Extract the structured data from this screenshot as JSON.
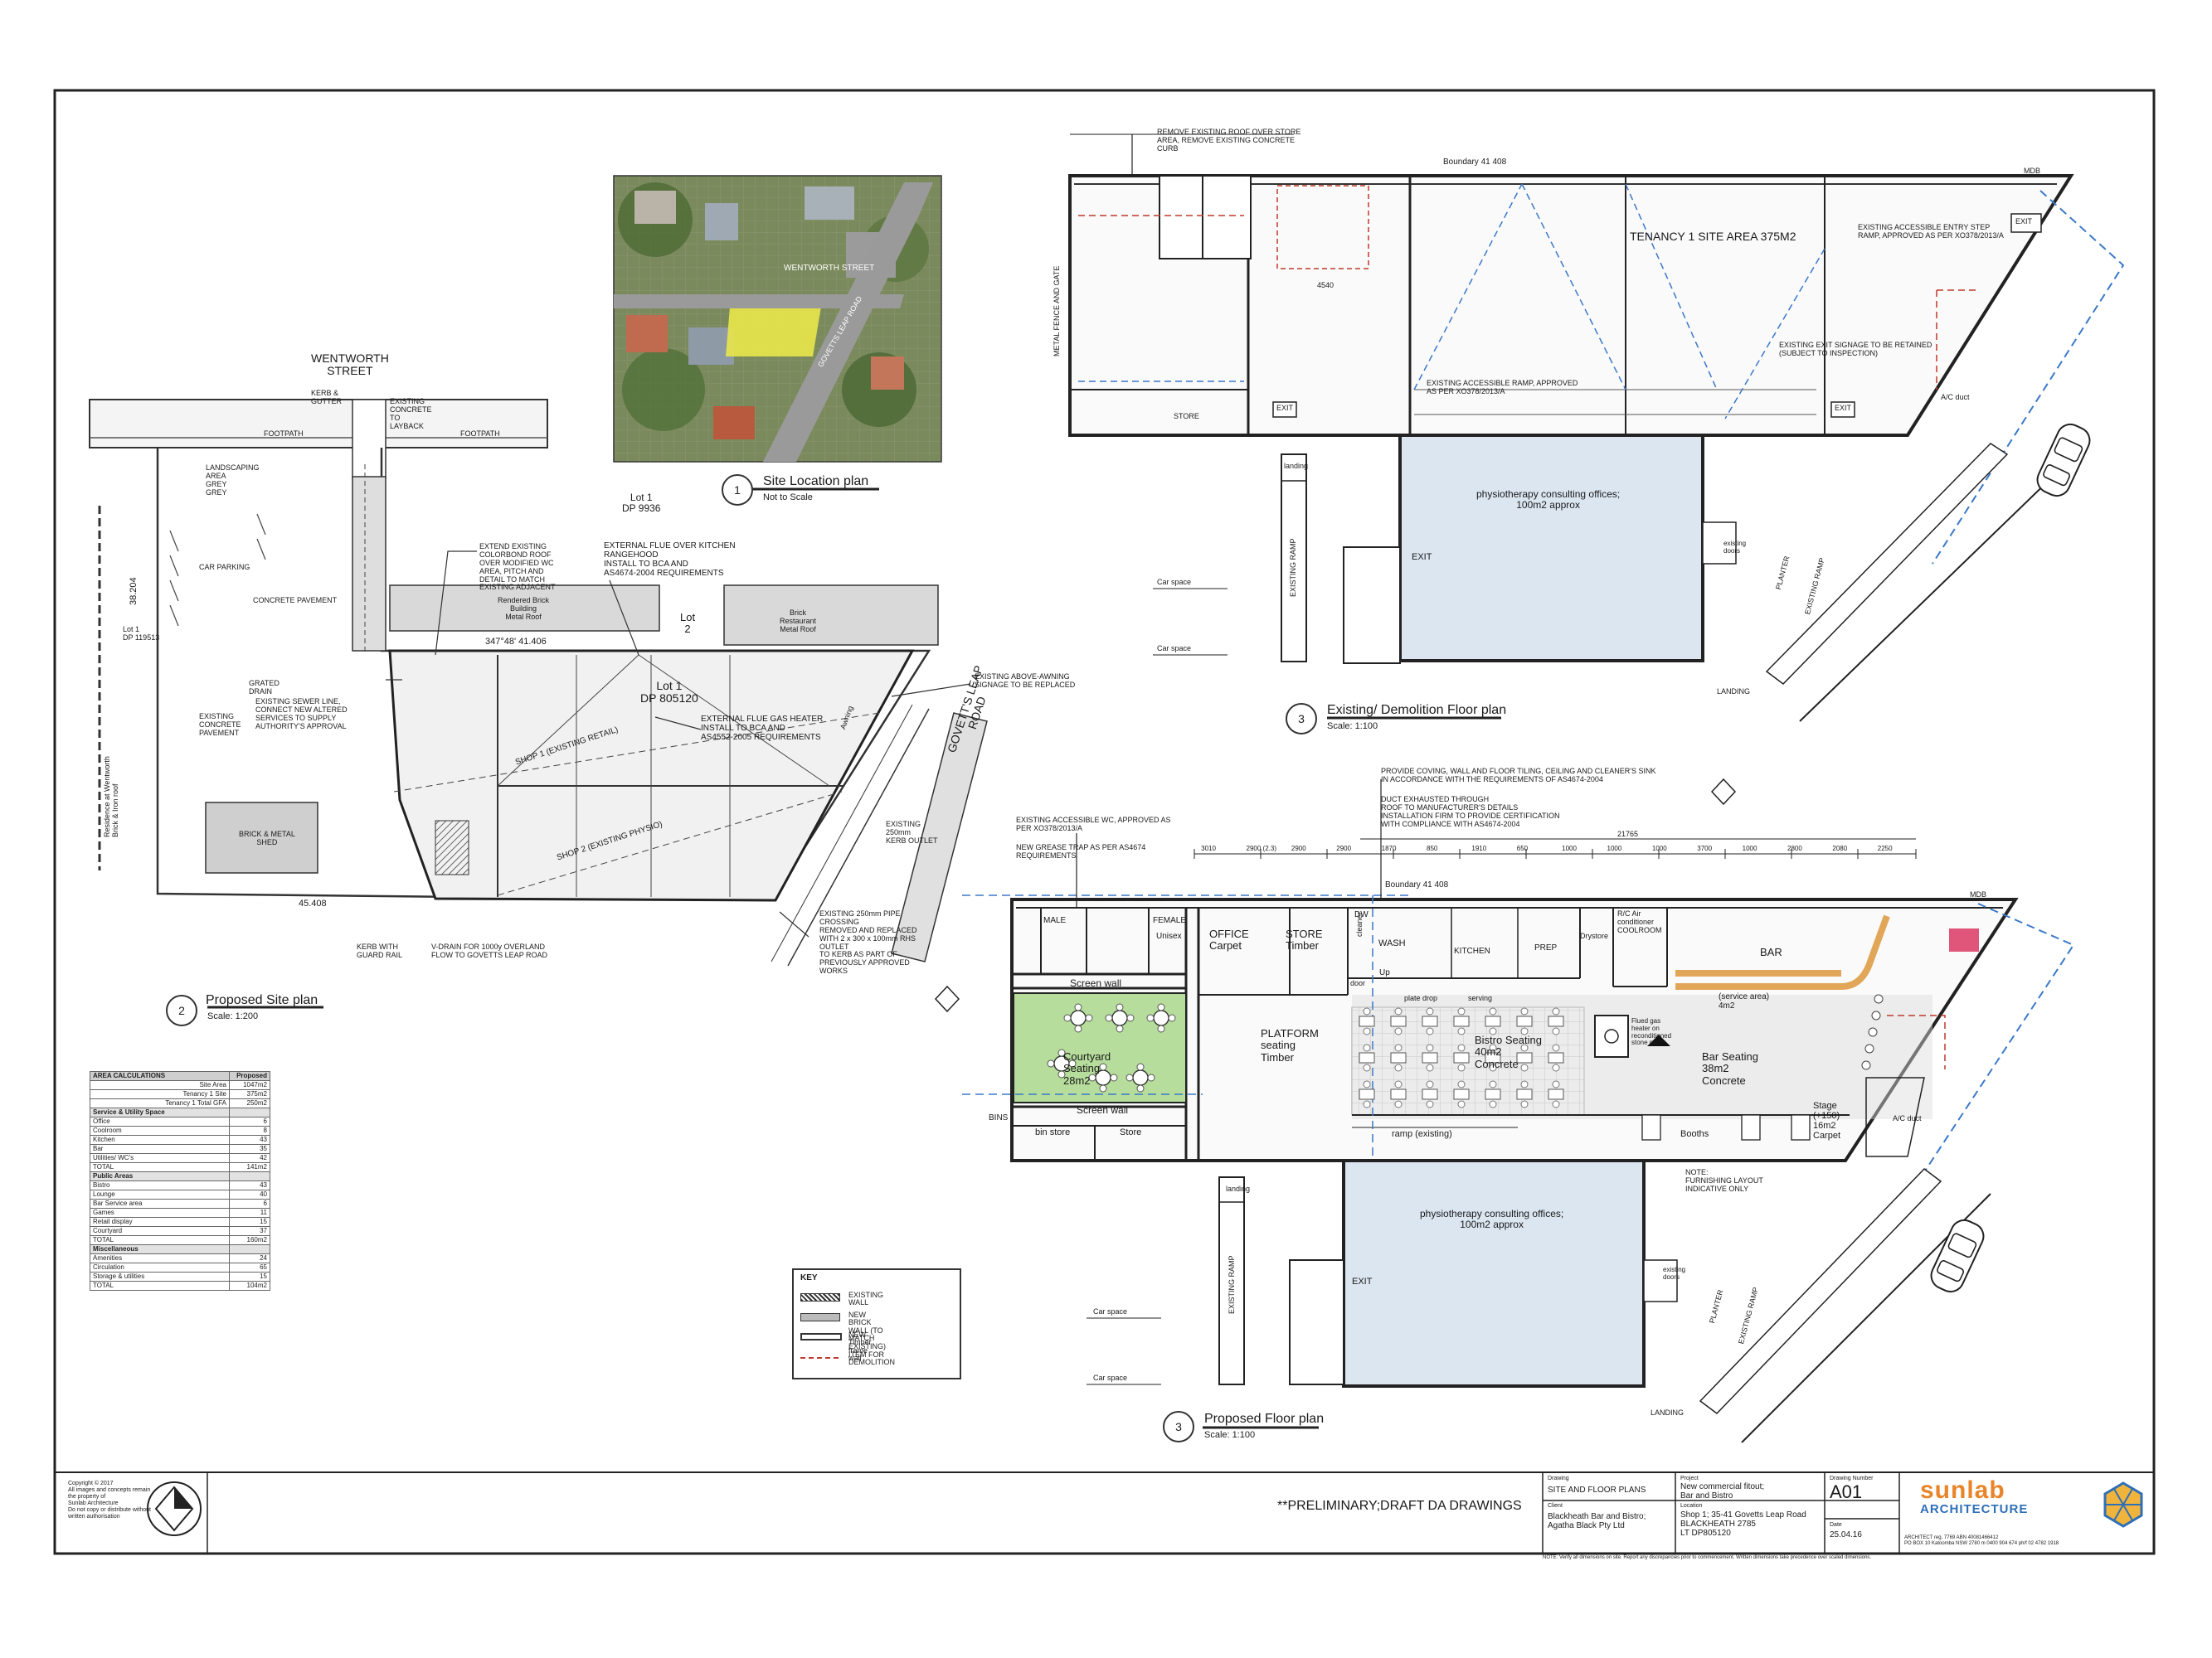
{
  "sheet": {
    "preliminary_note": "**PRELIMINARY;DRAFT DA DRAWINGS"
  },
  "site_plan": {
    "street_top": "WENTWORTH\nSTREET",
    "road_right": "GOVETT'S LEAP\nROAD",
    "title": "Proposed Site plan",
    "scale": "Scale: 1:200",
    "number": "2",
    "labels": {
      "kerb_gutter": "KERB &\nGUTTER",
      "existing_crossing": "EXISTING\nCONCRETE\nTO\nLAYBACK",
      "footpath_left": "FOOTPATH",
      "footpath_right": "FOOTPATH",
      "landscaping": "LANDSCAPING\nAREA\nGREY\nGREY",
      "car_parking": "CAR PARKING",
      "concrete_pavement": "CONCRETE PAVEMENT",
      "lot1_dp": "Lot 1\nDP 9936",
      "lot2": "Lot\n2",
      "lot1_dp805120": "Lot 1\nDP 805120",
      "boundary_top": "347°48' 41.406",
      "boundary_bottom": "45.408",
      "left_dim": "38.204",
      "extend_roof": "EXTEND EXISTING\nCOLORBOND ROOF\nOVER MODIFIED WC\nAREA, PITCH AND\nDETAIL TO MATCH\nEXISTING ADJACENT",
      "external_flue": "EXTERNAL FLUE OVER KITCHEN\nRANGEHOOD\nINSTALL TO BCA AND\nAS4674-2004 REQUIREMENTS",
      "gas_heater": "EXTERNAL FLUE GAS HEATER\nINSTALL TO BCA AND\nAS4552-2005 REQUIREMENTS",
      "signage": "EXISTING ABOVE-AWNING\nSIGNAGE TO BE REPLACED",
      "shop1": "SHOP 1 (EXISTING RETAIL)",
      "shop2": "SHOP 2 (EXISTING PHYSIO)",
      "brick_shed": "BRICK & METAL\nSHED",
      "existing_sewer": "EXISTING SEWER LINE,\nCONNECT NEW ALTERED\nSERVICES TO SUPPLY\nAUTHORITY'S APPROVAL",
      "existing_pavement": "EXISTING\nCONCRETE\nPAVEMENT",
      "brick_restaurant": "Brick\nRestaurant\nMetal Roof",
      "rendered_brick": "Rendered Brick\nBuilding\nMetal Roof",
      "lot1_side": "Lot 1\nDP 119513",
      "kerb_outlet": "EXISTING\n250mm\nKERB OUTLET",
      "existing_pipe": "EXISTING 250mm PIPE\nCROSSING\nREMOVED AND REPLACED\nWITH 2 x 300 x 100mm RHS\nOUTLET\nTO KERB AS PART OF\nPREVIOUSLY APPROVED\nWORKS",
      "kerb_guard": "KERB WITH\nGUARD RAIL",
      "v_drain": "V-DRAIN FOR 1000y OVERLAND\nFLOW TO GOVETTS LEAP ROAD",
      "grated_drain": "GRATED\nDRAIN",
      "awning": "Awning",
      "residence": "Residence at Wentworth\nBrick & Iron roof"
    }
  },
  "site_location": {
    "title": "Site Location plan",
    "scale": "Not to Scale",
    "number": "1",
    "street_label": "WENTWORTH STREET",
    "road_label": "GOVETTS LEAP ROAD"
  },
  "existing_plan": {
    "title": "Existing/ Demolition Floor plan",
    "scale": "Scale: 1:100",
    "number": "3",
    "labels": {
      "remove_roof": "REMOVE EXISTING ROOF OVER STORE\nAREA, REMOVE EXISTING CONCRETE\nCURB",
      "boundary": "Boundary 41 408",
      "mdb": "MDB",
      "tenancy": "TENANCY 1 SITE AREA 375M2",
      "entry_ramp": "EXISTING ACCESSIBLE ENTRY STEP\nRAMP, APPROVED AS PER XO378/2013/A",
      "exit_signage": "EXISTING EXIT SIGNAGE TO BE RETAINED\n(SUBJECT TO INSPECTION)",
      "accessible_ramp": "EXISTING ACCESSIBLE RAMP, APPROVED\nAS PER XO378/2013/A",
      "metal_fence": "METAL FENCE AND GATE",
      "store": "STORE",
      "exit_a": "EXIT",
      "exit_b": "EXIT",
      "exit_c": "EXIT",
      "exit_d": "EXIT",
      "ac_duct": "A/C duct",
      "physio": "physiotherapy consulting offices;\n100m2 approx",
      "landing_top": "landing",
      "existing_ramp": "EXISTING RAMP",
      "car_space_a": "Car space",
      "car_space_b": "Car space",
      "sliding_doors": "existing\ndoors",
      "planter": "PLANTER",
      "existing_ramp_right": "EXISTING RAMP",
      "landing_bottom": "LANDING",
      "dim_4540": "4540"
    }
  },
  "proposed_plan": {
    "title": "Proposed Floor plan",
    "scale": "Scale: 1:100",
    "number": "3",
    "labels": {
      "coving_note": "PROVIDE COVING, WALL AND FLOOR TILING, CEILING AND CLEANER'S SINK\nIN ACCORDANCE WITH THE REQUIREMENTS OF AS4674-2004",
      "duct_note": "DUCT EXHAUSTED THROUGH\nROOF TO MANUFACTURER'S DETAILS\nINSTALLATION FIRM TO PROVIDE CERTIFICATION\nWITH COMPLIANCE WITH AS4674-2004",
      "existing_wc": "EXISTING ACCESSIBLE WC, APPROVED AS\nPER XO378/2013/A",
      "grease_trap": "NEW GREASE TRAP AS PER AS4674\nREQUIREMENTS",
      "boundary": "Boundary 41 408",
      "mdb": "MDB",
      "male": "MALE",
      "female": "FEMALE",
      "unisex": "Unisex",
      "office": "OFFICE\nCarpet",
      "store": "STORE\nTimber",
      "dw": "DW",
      "wash": "WASH",
      "kitchen": "KITCHEN",
      "prep": "PREP",
      "drystore": "Drystore",
      "cool": "R/C Air\nconditioner\nCOOLROOM",
      "bar": "BAR",
      "screen_wall_a": "Screen wall",
      "courtyard": "Courtyard\nSeating\n28m2",
      "platform": "PLATFORM\nseating\nTimber",
      "bistro": "Bistro Seating\n40m2\nConcrete",
      "bar_seating": "Bar Seating\n38m2\nConcrete",
      "service_area": "(service area)\n4m2",
      "gas_heater": "Flued gas\nheater on\nreconditioned\nstone plinth",
      "stage": "Stage\n(+150)\n16m2\nCarpet",
      "ac_duct": "A/C duct",
      "screen_wall_b": "Screen wall",
      "bins": "BINS",
      "bin_store": "bin store",
      "store_b": "Store",
      "ramp": "ramp (existing)",
      "booths": "Booths",
      "note": "NOTE:\nFURNISHING LAYOUT\nINDICATIVE ONLY",
      "physio": "physiotherapy consulting offices;\n100m2 approx",
      "landing_a": "landing",
      "existing_ramp": "EXISTING RAMP",
      "exit": "EXIT",
      "car_space_a": "Car space",
      "car_space_b": "Car space",
      "sliding_doors": "existing\ndoors",
      "planter": "PLANTER",
      "existing_ramp_right": "EXISTING RAMP",
      "landing_b": "LANDING",
      "door": "door",
      "plate_drop": "plate drop",
      "serving": "serving",
      "cleaner": "cleaner",
      "up": "Up",
      "dim_total": "21765",
      "dims": [
        "3010",
        "2900 (2.3)",
        "2900",
        "2900",
        "1870",
        "850",
        "1910",
        "650",
        "1000",
        "1000",
        "1000",
        "3700",
        "1000",
        "2800",
        "2080",
        "2250"
      ]
    }
  },
  "area_calculations": {
    "header": [
      "AREA CALCULATIONS",
      "Proposed"
    ],
    "rows": [
      {
        "label": "Site Area",
        "value": "1047m2",
        "type": "right"
      },
      {
        "label": "Tenancy 1 Site",
        "value": "375m2",
        "type": "right"
      },
      {
        "label": "Tenancy 1 Total GFA",
        "value": "250m2",
        "type": "right"
      },
      {
        "label": "Service & Utility Space",
        "value": "",
        "type": "section"
      },
      {
        "label": "Office",
        "value": "6",
        "type": "row"
      },
      {
        "label": "Coolroom",
        "value": "8",
        "type": "row"
      },
      {
        "label": "Kitchen",
        "value": "43",
        "type": "row"
      },
      {
        "label": "Bar",
        "value": "35",
        "type": "row"
      },
      {
        "label": "Utilities/ WC's",
        "value": "42",
        "type": "row"
      },
      {
        "label": "TOTAL",
        "value": "141m2",
        "type": "row"
      },
      {
        "label": "Public Areas",
        "value": "",
        "type": "section"
      },
      {
        "label": "Bistro",
        "value": "43",
        "type": "row"
      },
      {
        "label": "Lounge",
        "value": "40",
        "type": "row"
      },
      {
        "label": "Bar Service area",
        "value": "6",
        "type": "row"
      },
      {
        "label": "Games",
        "value": "11",
        "type": "row"
      },
      {
        "label": "Retail display",
        "value": "15",
        "type": "row"
      },
      {
        "label": "Courtyard",
        "value": "37",
        "type": "row"
      },
      {
        "label": "TOTAL",
        "value": "160m2",
        "type": "row"
      },
      {
        "label": "Miscellaneous",
        "value": "",
        "type": "section"
      },
      {
        "label": "Amenities",
        "value": "24",
        "type": "row"
      },
      {
        "label": "Circulation",
        "value": "65",
        "type": "row"
      },
      {
        "label": "Storage & utilities",
        "value": "15",
        "type": "row"
      },
      {
        "label": "TOTAL",
        "value": "104m2",
        "type": "row"
      }
    ]
  },
  "key": {
    "title": "KEY",
    "items": [
      {
        "label": "EXISTING WALL",
        "style": "existing"
      },
      {
        "label": "NEW BRICK WALL (TO MATCH\nEXISTING)",
        "style": "brick"
      },
      {
        "label": "NEW Timber frame wall",
        "style": "timber"
      },
      {
        "label": "ITEM FOR DEMOLITION",
        "style": "demolition"
      }
    ]
  },
  "title_block": {
    "copyright": "Copyright © 2017\nAll images and concepts remain\nthe property of\nSunlab Architecture\nDo not copy or distribute without\nwritten authorisation",
    "drawing_label": "Drawing",
    "drawing": "SITE AND FLOOR PLANS",
    "client_label": "Client",
    "client": "Blackheath Bar and Bistro;\nAgatha Black Pty Ltd",
    "project_label": "Project",
    "project": "New commercial fitout;\nBar and Bistro",
    "location_label": "Location",
    "location": "Shop 1; 35-41 Govetts Leap Road\nBLACKHEATH  2785\nLT DP805120",
    "drawing_no_label": "Drawing Number",
    "drawing_no": "A01",
    "date_label": "Date",
    "date": "25.04.16",
    "logo_top": "sunlab",
    "logo_bottom": "ARCHITECTURE",
    "contact": "ARCHITECT reg. 7769  ABN 40081466412\nPO BOX 10  Katoomba NSW 2780  m 0400 904 674  ph/f 02 4782 1918",
    "footer_note": "NOTE: Verify all dimensions on site. Report any discrepancies prior to commencement. Written dimensions take precedence over scaled dimensions."
  },
  "colors": {
    "wall": "#2b2b2b",
    "blue_dash": "#3a78c9",
    "red_dash": "#c0392b",
    "courtyard_green": "#b6dd9c",
    "physio_blue": "#dbe6f1",
    "orange_bar": "#e2a659",
    "logo_orange": "#e8852a",
    "logo_blue": "#2f6fb8",
    "road_grey": "#cfcfcf"
  }
}
